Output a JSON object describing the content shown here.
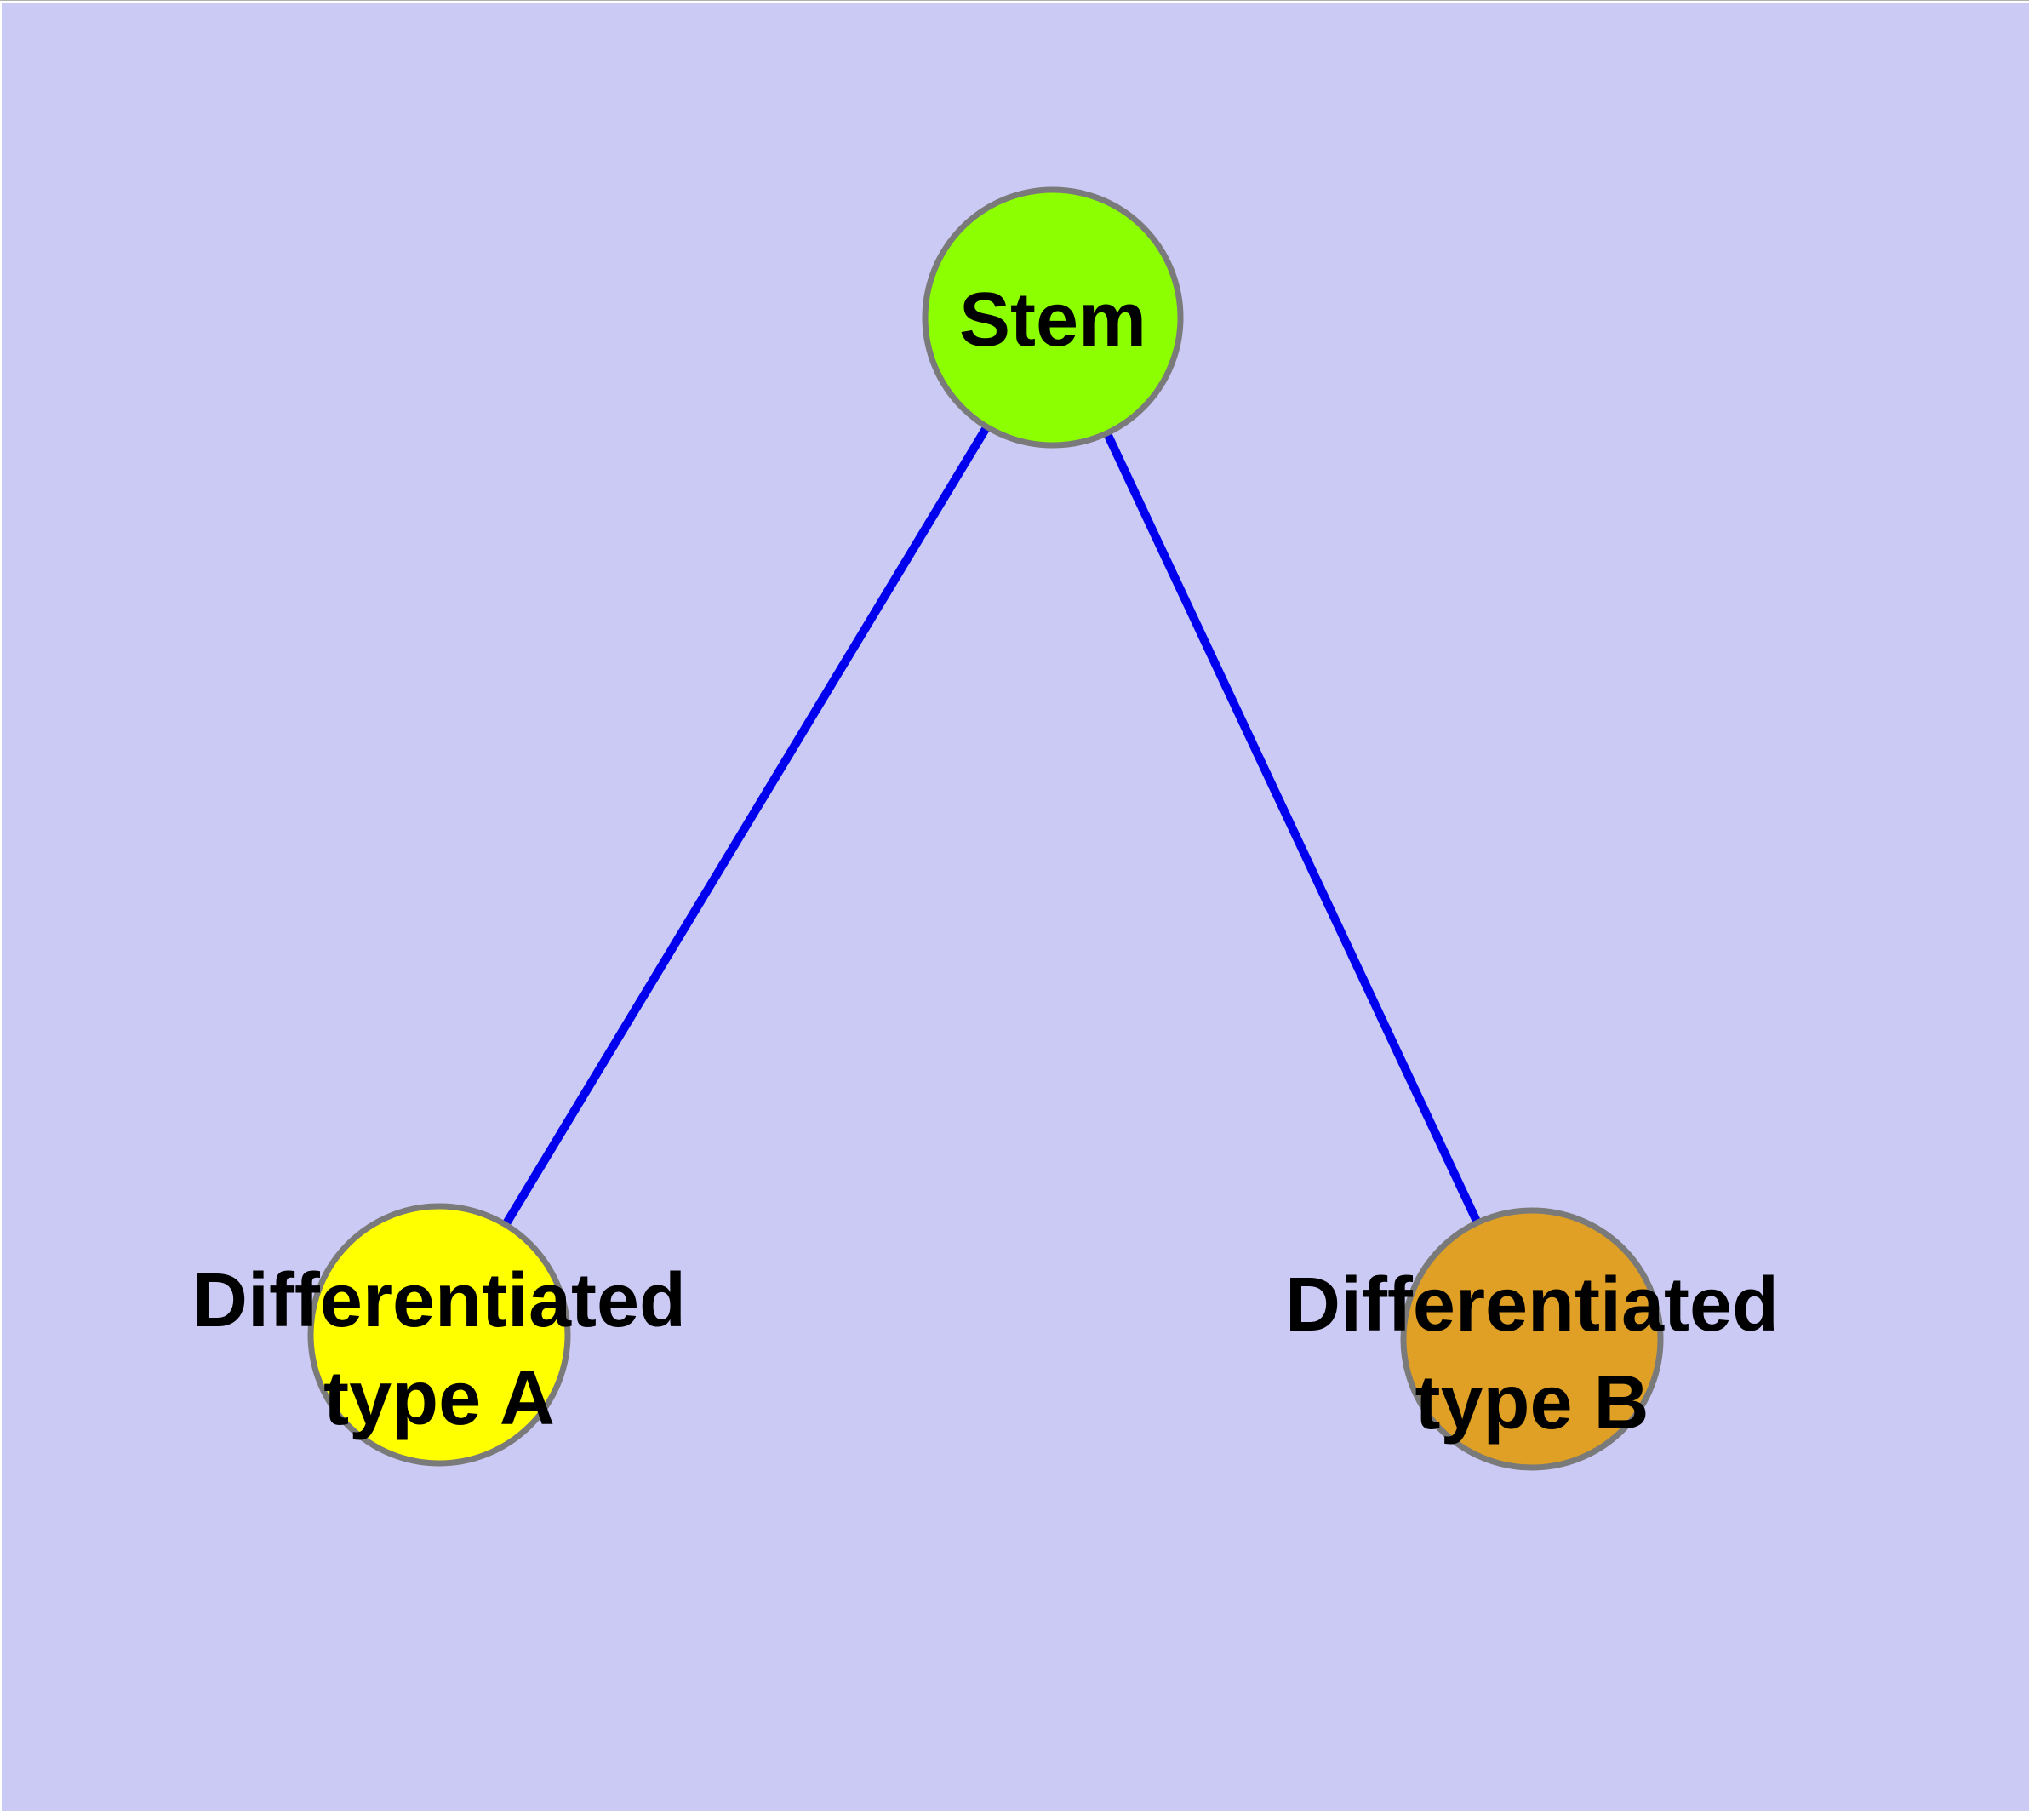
{
  "figure": {
    "page_background": "#ffffff",
    "plot_background_color": "#cacaf5",
    "title": ""
  },
  "graph": {
    "type": "node-link-diagram",
    "edge_color": "#0000ee",
    "node_border_color": "#7a7a7a",
    "label_color": "#000000",
    "nodes": [
      {
        "id": "stem",
        "label": "Stem",
        "label_lines": [
          "Stem"
        ],
        "color": "#8cff00"
      },
      {
        "id": "differentiated-type-a",
        "label": "Differentiated type A",
        "label_lines": [
          "Differentiated",
          "type A"
        ],
        "color": "#ffff00"
      },
      {
        "id": "differentiated-type-b",
        "label": "Differentiated type B",
        "label_lines": [
          "Differentiated",
          "type B"
        ],
        "color": "#dfa025"
      }
    ],
    "edges": [
      {
        "from": "Stem",
        "to": "Differentiated type A"
      },
      {
        "from": "Stem",
        "to": "Differentiated type B"
      }
    ]
  }
}
